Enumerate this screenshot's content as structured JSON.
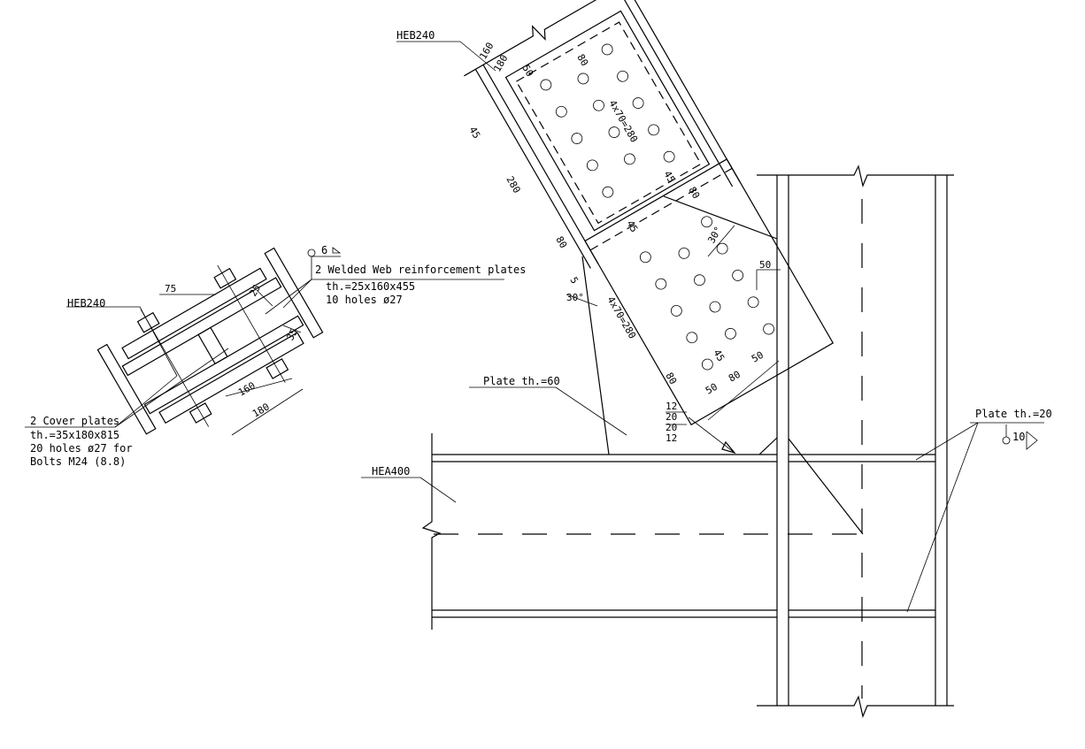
{
  "section_view": {
    "beam_label": "HEB240",
    "web_plates": {
      "title": "2 Welded Web reinforcement plates",
      "spec": "th.=25x160x455",
      "holes": "10 holes ø27"
    },
    "weld_symbol": "6",
    "cover_plates": {
      "title": "2 Cover plates",
      "spec": "th.=35x180x815",
      "holes": "20 holes ø27 for",
      "bolts": "Bolts M24 (8.8)"
    },
    "dims": {
      "d75": "75",
      "d25": "25",
      "d35": "35",
      "d160": "160",
      "d180": "180"
    }
  },
  "elevation": {
    "brace_label": "HEB240",
    "beam_label": "HEA400",
    "gusset_label": "Plate th.=60",
    "stiffener_label": "Plate th.=20",
    "stiffener_weld": "10",
    "dims_upper": {
      "d160": "160",
      "d180": "180",
      "d50": "50",
      "d80a": "80",
      "d4x70a": "4x70=280",
      "d45a": "45",
      "d280": "280",
      "d45b": "45",
      "d80b": "80",
      "d80c": "80",
      "d5": "5"
    },
    "dims_lower": {
      "d45": "45",
      "d4x70": "4x70=280",
      "d80": "80",
      "d45b": "45",
      "d50a": "50",
      "d80b": "80",
      "d50b": "50"
    },
    "angles": {
      "a1": "30°",
      "a2": "30°"
    },
    "col_dim": "50",
    "weld_marks": [
      "12",
      "20",
      "20",
      "12"
    ]
  }
}
